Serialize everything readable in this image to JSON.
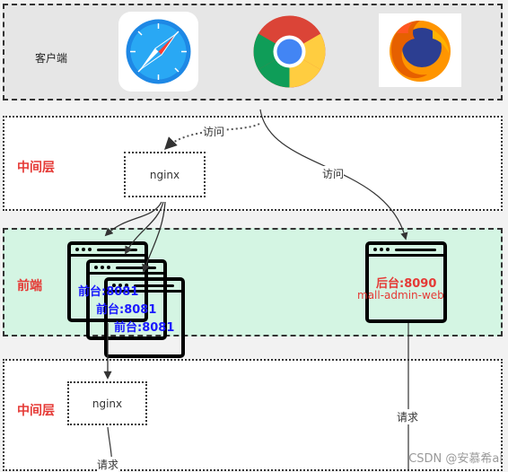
{
  "layers": {
    "client": {
      "label": "客户端"
    },
    "middle_top": {
      "label": "中间层",
      "nginx": "nginx"
    },
    "frontend": {
      "label": "前端",
      "front_windows": [
        "前台:8081",
        "前台:8081",
        "前台:8081"
      ],
      "admin_port": "后台:8090",
      "admin_name": "mall-admin-web"
    },
    "middle_bottom": {
      "label": "中间层",
      "nginx": "nginx"
    }
  },
  "browsers": [
    "safari-icon",
    "chrome-icon",
    "firefox-icon"
  ],
  "edges": {
    "visit_left": "访问",
    "visit_right": "访问",
    "request_right": "请求",
    "request_bottom": "请求"
  },
  "watermark": "CSDN @安慕希ai",
  "colors": {
    "layer_label": "#e53935",
    "front_text": "#1a1aff",
    "admin_text": "#e53935",
    "frontend_bg": "#d4f5e3",
    "client_bg": "#e6e6e6"
  }
}
